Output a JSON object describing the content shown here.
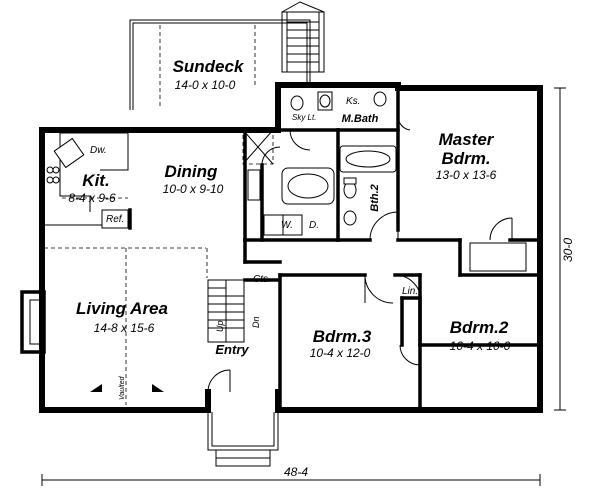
{
  "rooms": {
    "sundeck": {
      "name": "Sundeck",
      "dim": "14-0 x 10-0"
    },
    "master": {
      "name1": "Master",
      "name2": "Bdrm.",
      "dim": "13-0 x 13-6"
    },
    "mbath": {
      "name": "M.Bath"
    },
    "bath2": {
      "name": "Bth.2"
    },
    "kitchen": {
      "name": "Kit.",
      "dim": "8-4 x 9-6"
    },
    "dining": {
      "name": "Dining",
      "dim": "10-0 x 9-10"
    },
    "living": {
      "name": "Living Area",
      "dim": "14-8 x 15-6"
    },
    "bdrm3": {
      "name": "Bdrm.3",
      "dim": "10-4 x 12-0"
    },
    "bdrm2": {
      "name": "Bdrm.2",
      "dim": "10-4 x 10-0"
    },
    "entry": {
      "name": "Entry"
    }
  },
  "labels": {
    "dw": "Dw.",
    "ref": "Ref.",
    "ks": "Ks.",
    "skylt": "Sky Lt.",
    "washer": "W.",
    "dryer": "D.",
    "cts": "Cts.",
    "lin": "Lin.",
    "up": "Up",
    "dn": "Dn",
    "vaulted": "Vaulted"
  },
  "dimensions": {
    "overall_width": "48-4",
    "overall_depth": "30-0"
  }
}
